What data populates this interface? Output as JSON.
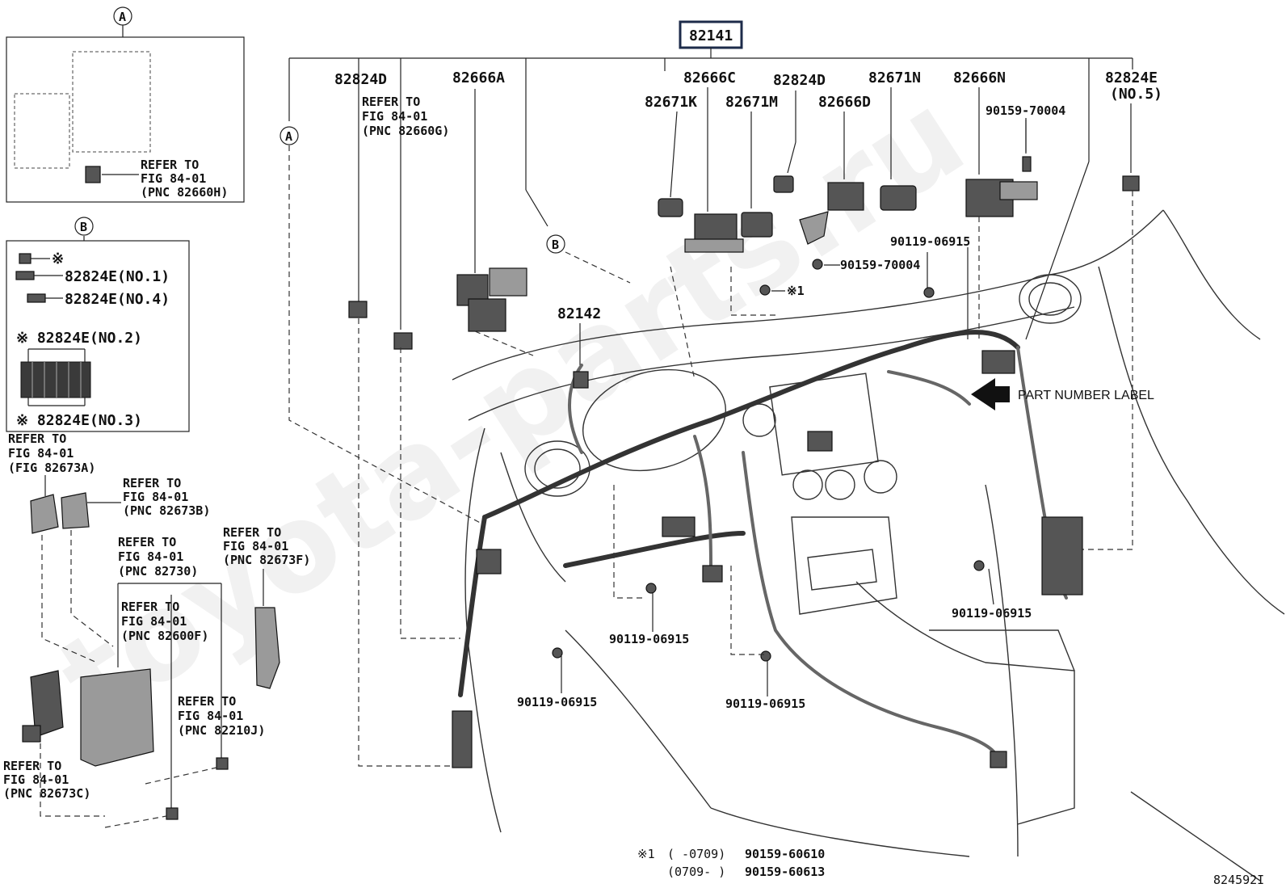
{
  "watermark": "toyota-parts.ru",
  "main_part_number": "82141",
  "callouts": [
    {
      "id": "82824D_left",
      "text": "82824D"
    },
    {
      "id": "82666A",
      "text": "82666A"
    },
    {
      "id": "82666C",
      "text": "82666C"
    },
    {
      "id": "82671K",
      "text": "82671K"
    },
    {
      "id": "82671M",
      "text": "82671M"
    },
    {
      "id": "82824D_right",
      "text": "82824D"
    },
    {
      "id": "82666D",
      "text": "82666D"
    },
    {
      "id": "82671N",
      "text": "82671N"
    },
    {
      "id": "82666N",
      "text": "82666N"
    },
    {
      "id": "82824E",
      "text": "82824E"
    },
    {
      "id": "82824E_no5",
      "text": "(NO.5)"
    },
    {
      "id": "82142",
      "text": "82142"
    }
  ],
  "bolts": {
    "b_90159_70004_top": "90159-70004",
    "b_90119_06915_top": "90119-06915",
    "b_90159_70004_mid": "90159-70004",
    "b_90119_06915_right": "90119-06915",
    "b_90119_06915_center": "90119-06915",
    "b_90119_06915_lower_left": "90119-06915",
    "b_90119_06915_lower_center": "90119-06915",
    "note_mark": "※1"
  },
  "references": {
    "ref_82660G": [
      "REFER TO",
      "FIG 84-01",
      "(PNC 82660G)"
    ],
    "ref_82660H": [
      "REFER TO",
      "FIG 84-01",
      "(PNC 82660H)"
    ],
    "ref_82673A": [
      "REFER TO",
      "FIG 84-01",
      "(FIG 82673A)"
    ],
    "ref_82673B": [
      "REFER TO",
      "FIG 84-01",
      "(PNC 82673B)"
    ],
    "ref_82730": [
      "REFER TO",
      "FIG 84-01",
      "(PNC 82730)"
    ],
    "ref_82673F": [
      "REFER TO",
      "FIG 84-01",
      "(PNC 82673F)"
    ],
    "ref_82600F": [
      "REFER TO",
      "FIG 84-01",
      "(PNC 82600F)"
    ],
    "ref_82210J": [
      "REFER TO",
      "FIG 84-01",
      "(PNC 82210J)"
    ],
    "ref_82673C": [
      "REFER TO",
      "FIG 84-01",
      "(PNC 82673C)"
    ]
  },
  "circle_labels": {
    "a": "A",
    "b": "B"
  },
  "inset_b": {
    "star": "※",
    "no1": "82824E(NO.1)",
    "no4": "82824E(NO.4)",
    "no2": "※ 82824E(NO.2)",
    "no3": "※ 82824E(NO.3)"
  },
  "part_number_label": "PART NUMBER LABEL",
  "footnote": {
    "mark": "※1",
    "row1_range": "(      -0709)",
    "row1_part": "90159-60610",
    "row2_range": "(0709-      )",
    "row2_part": "90159-60613"
  },
  "figure_id": "824592I"
}
